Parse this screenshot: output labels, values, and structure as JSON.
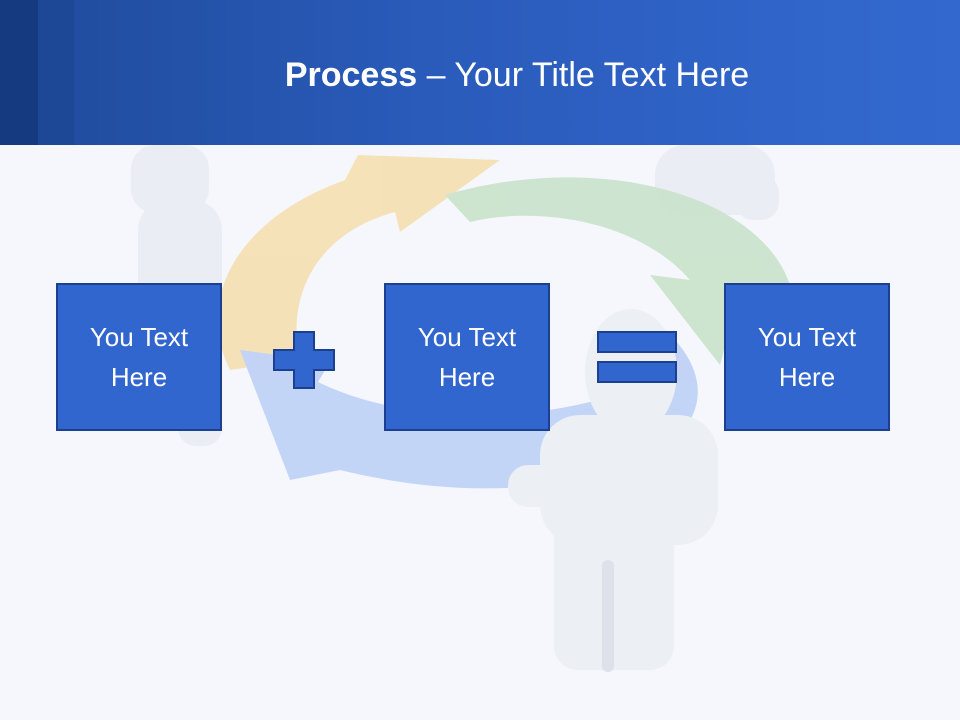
{
  "header": {
    "title_strong": "Process",
    "title_rest": " – Your Title Text Here"
  },
  "boxes": [
    {
      "text": "You Text Here"
    },
    {
      "text": "You Text Here"
    },
    {
      "text": "You Text Here"
    }
  ],
  "operators": {
    "first": "plus-icon",
    "second": "equals-icon"
  },
  "colors": {
    "header": "#2a5bbb",
    "box_fill": "#3166cf",
    "box_border": "#1d3f8f",
    "arrow_orange": "#f6dfb0",
    "arrow_green": "#c9e2cb",
    "arrow_blue": "#bdd0f6"
  }
}
